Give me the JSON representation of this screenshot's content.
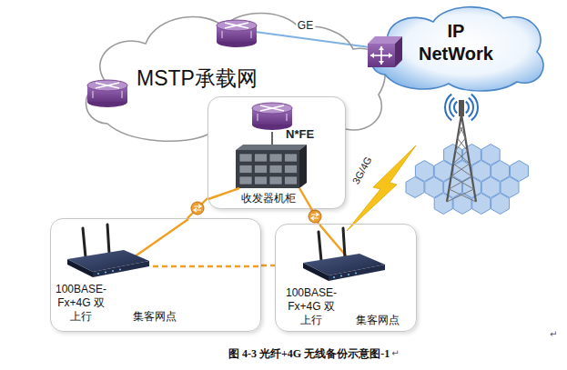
{
  "diagram": {
    "caption": "图 4-3 光纤+4G 无线备份示意图-1",
    "nodes": [
      {
        "text": [
          "MSTP承载网"
        ]
      },
      {
        "text": [
          "IP NetWork"
        ]
      },
      {
        "text": [
          "收发器机柜"
        ]
      },
      {
        "text": [
          "100BASE-Fx+4G 双上行",
          "集客网点"
        ]
      },
      {
        "text": [
          "100BASE-Fx+4G 双上行",
          "集客网点"
        ]
      }
    ],
    "edges": [
      {
        "from": 0,
        "to": 1,
        "label": "GE",
        "arrow": "none"
      },
      {
        "from": 2,
        "to": 3,
        "arrow": "none"
      },
      {
        "from": 2,
        "to": 4,
        "arrow": "none"
      },
      {
        "from": 3,
        "to": 4,
        "arrow": "none"
      }
    ],
    "labels": [
      "N*FE",
      "3G/4G",
      "↵",
      "↵"
    ]
  }
}
